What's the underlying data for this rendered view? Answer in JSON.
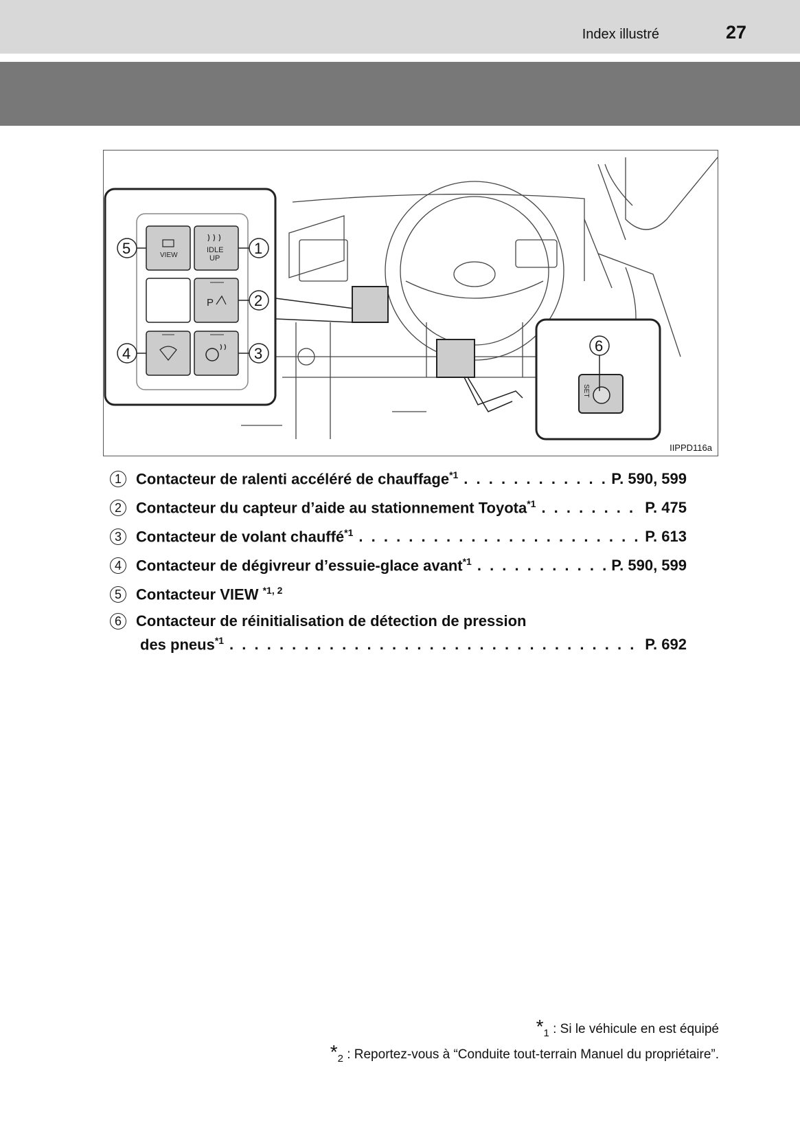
{
  "header": {
    "section": "Index illustré",
    "page_number": "27"
  },
  "figure": {
    "code": "IIPPD116a",
    "button_labels": {
      "view": "VIEW",
      "idle_up": "IDLE\nUP",
      "idle": "IDLE",
      "up": "UP",
      "park": "P",
      "set": "SET"
    },
    "callouts": [
      "1",
      "2",
      "3",
      "4",
      "5",
      "6"
    ]
  },
  "items": [
    {
      "num": "1",
      "label": "Contacteur de ralenti accéléré de chauffage",
      "note": "*1",
      "page": "P. 590, 599"
    },
    {
      "num": "2",
      "label": "Contacteur du capteur d’aide au stationnement Toyota",
      "note": "*1",
      "page": "P. 475"
    },
    {
      "num": "3",
      "label": "Contacteur de volant chauffé",
      "note": "*1",
      "page": "P. 613"
    },
    {
      "num": "4",
      "label": "Contacteur de dégivreur d’essuie-glace avant",
      "note": "*1",
      "page": "P. 590, 599"
    },
    {
      "num": "5",
      "label": "Contacteur VIEW ",
      "note": "*1, 2",
      "page": ""
    },
    {
      "num": "6",
      "label": "Contacteur de réinitialisation de détection de pression",
      "label2": "des pneus",
      "note": "*1",
      "page": "P. 692"
    }
  ],
  "footnotes": [
    {
      "mark": "*",
      "sub": "1",
      "text": " : Si le véhicule en est équipé"
    },
    {
      "mark": "*",
      "sub": "2",
      "text": " : Reportez-vous à “Conduite tout-terrain Manuel du propriétaire”."
    }
  ]
}
